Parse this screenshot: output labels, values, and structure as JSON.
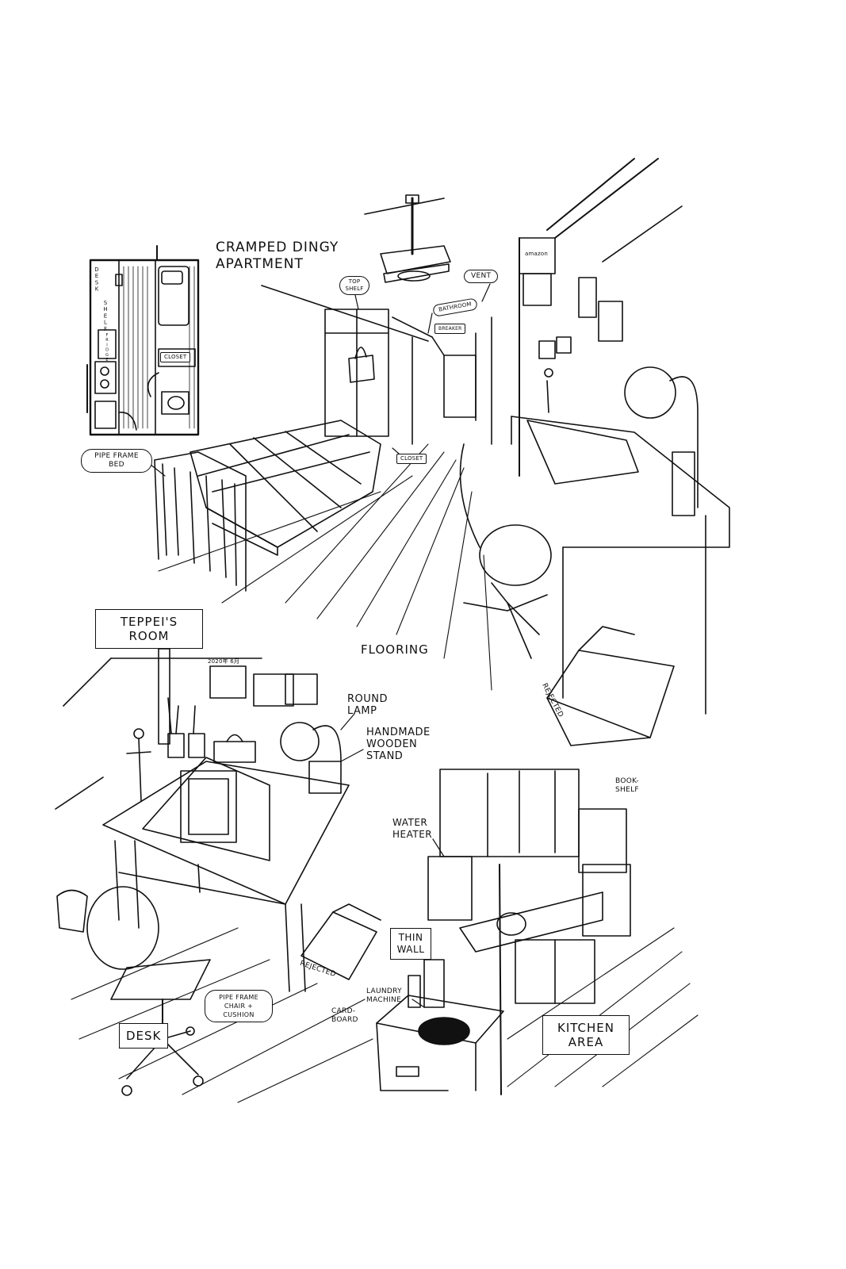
{
  "page": {
    "background": "#ffffff",
    "ink": "#111111"
  },
  "labels": {
    "title": "CRAMPED DINGY APARTMENT",
    "top_shelf": "TOP SHELF",
    "vent": "VENT",
    "bathroom": "BATHROOM",
    "breaker": "BREAKER",
    "pipe_frame_bed": "PIPE FRAME BED",
    "closet": "CLOSET",
    "teppei_room": "TEPPEI'S ROOM",
    "flooring": "FLOORING",
    "rejected_top": "REJECTED",
    "round_lamp": "ROUND LAMP",
    "handmade_wooden_stand": "HANDMADE WOODEN STAND",
    "book_shelf": "BOOK-SHELF",
    "water_heater": "WATER HEATER",
    "thin_wall": "THIN WALL",
    "rejected_bottom": "REJECTED",
    "pipe_frame_chair": "PIPE FRAME CHAIR + CUSHION",
    "cardboard": "CARD-BOARD",
    "laundry_machine": "LAUNDRY MACHINE",
    "kitchen_area": "KITCHEN AREA",
    "desk": "DESK"
  },
  "floor_plan": {
    "desk": "DESK",
    "shelf": "SHELF",
    "fridge": "FRIDGE",
    "closet": "CLOSET"
  },
  "wall_items": {
    "amazon_box": "amazon",
    "calendar": "2020年 6月"
  }
}
